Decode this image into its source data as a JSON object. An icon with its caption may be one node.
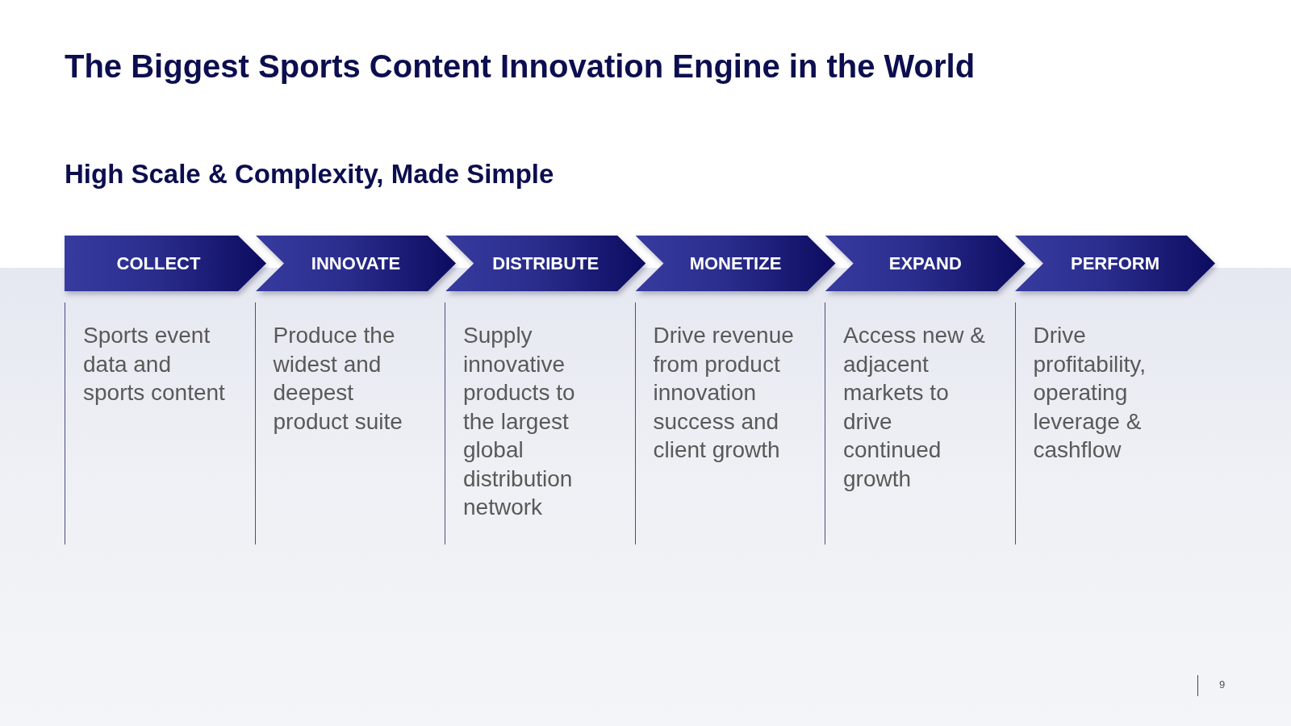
{
  "diagram": {
    "title": "The Biggest Sports Content Innovation Engine in the World",
    "nodes": [
      {
        "text": [
          "COLLECT"
        ],
        "beside": [
          "Sports event data and sports content"
        ]
      },
      {
        "text": [
          "INNOVATE"
        ],
        "beside": [
          "Produce the widest and deepest product suite"
        ]
      },
      {
        "text": [
          "DISTRIBUTE"
        ],
        "beside": [
          "Supply innovative products to the largest global distribution network"
        ]
      },
      {
        "text": [
          "MONETIZE"
        ],
        "beside": [
          "Drive revenue from product innovation success and client growth"
        ]
      },
      {
        "text": [
          "EXPAND"
        ],
        "beside": [
          "Access new & adjacent markets to drive continued growth"
        ]
      },
      {
        "text": [
          "PERFORM"
        ],
        "beside": [
          "Drive profitability, operating leverage & cashflow"
        ]
      }
    ],
    "labels": [
      "High Scale & Complexity, Made Simple",
      "9"
    ]
  }
}
